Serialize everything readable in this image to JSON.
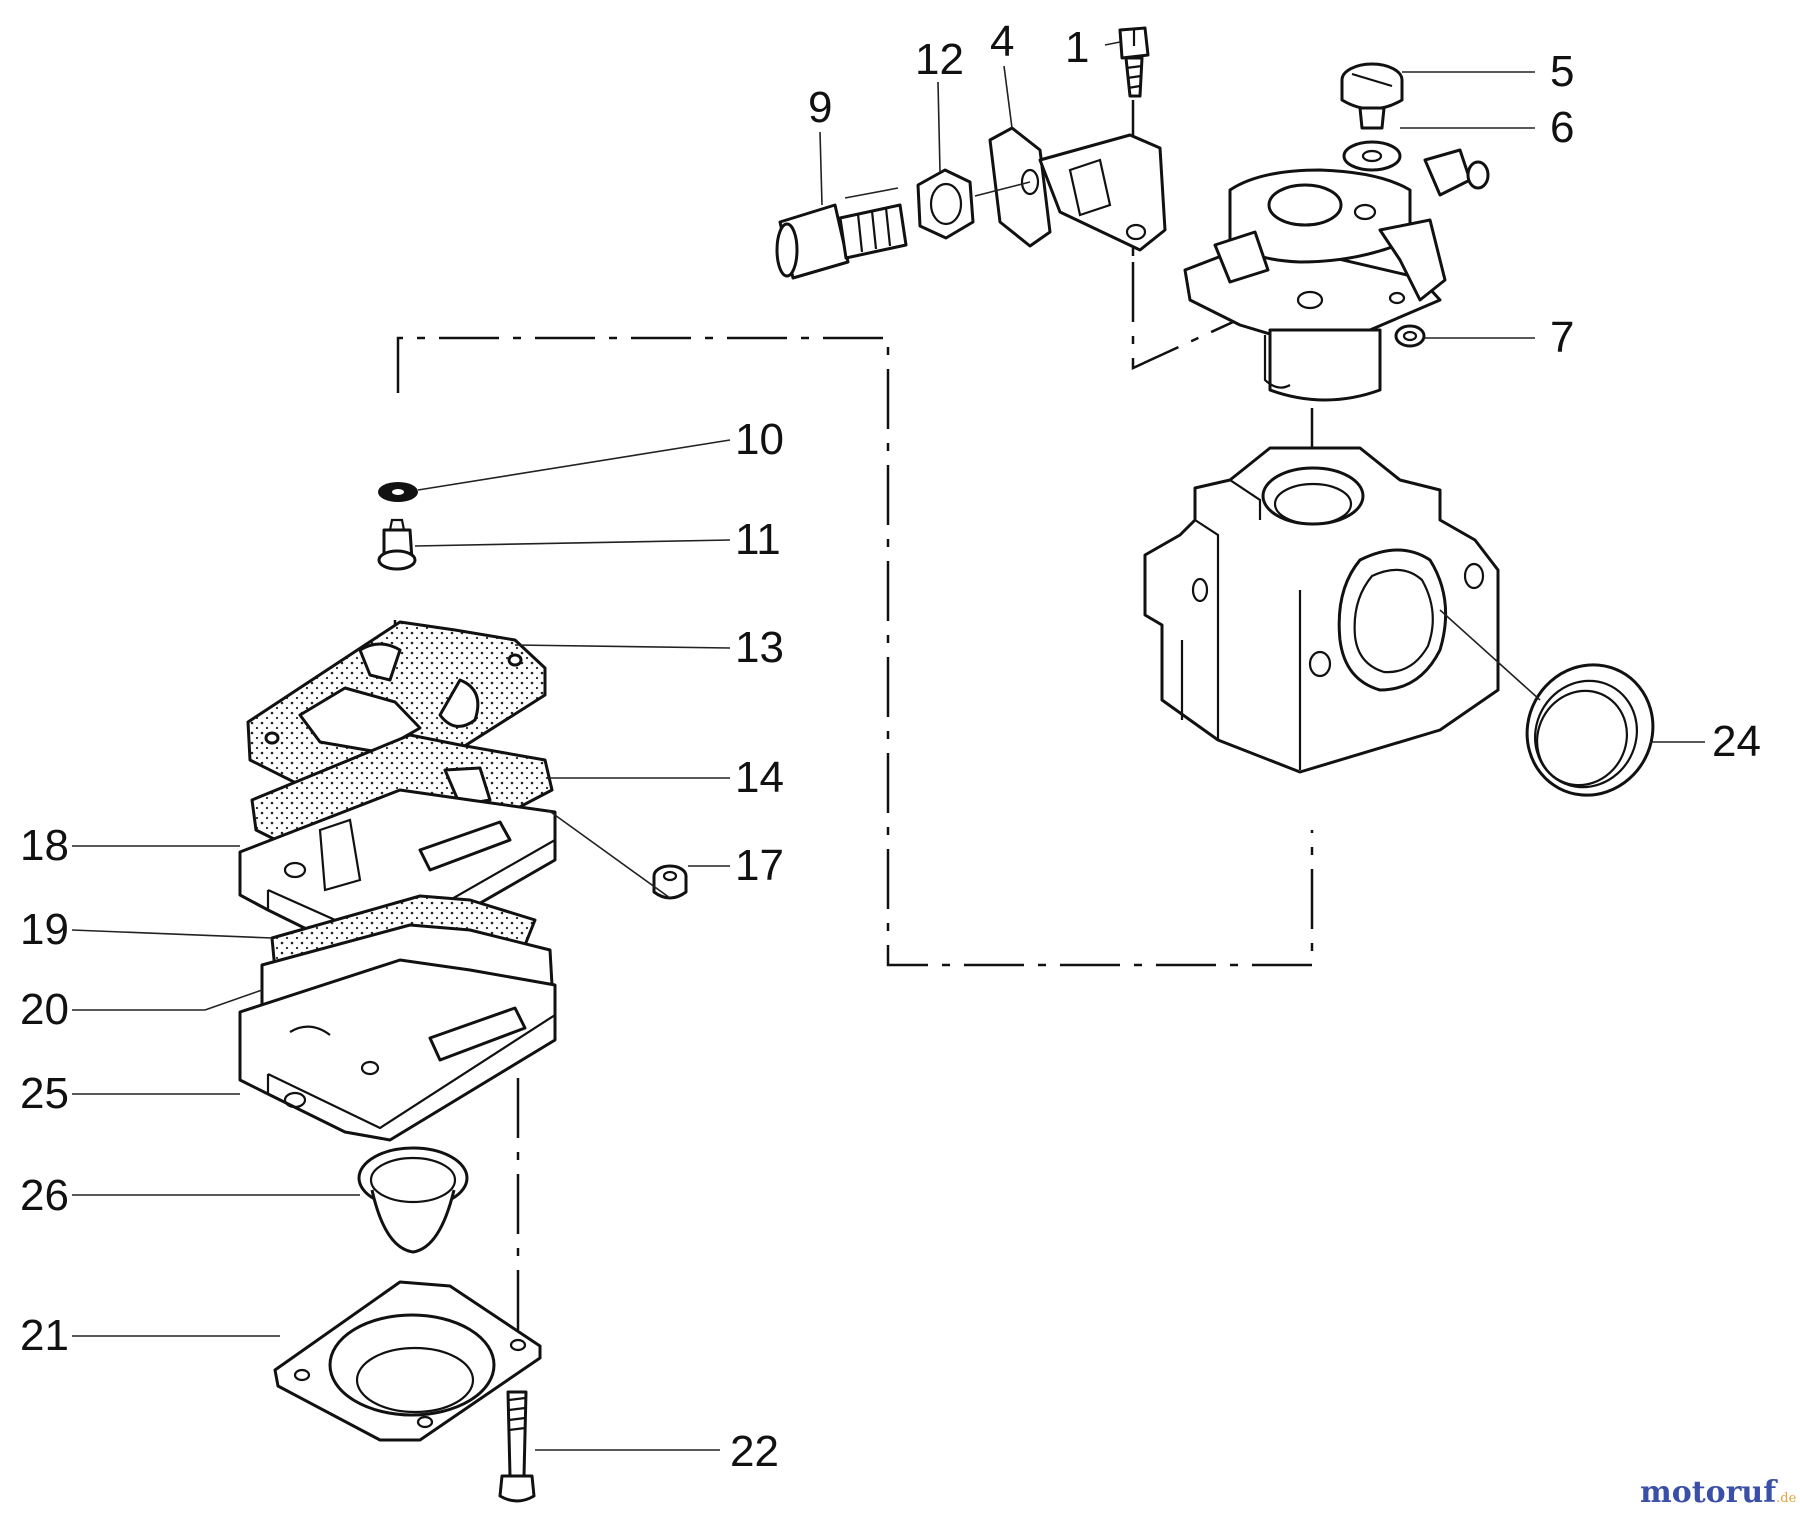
{
  "callouts": {
    "c1": "1",
    "c4": "4",
    "c5": "5",
    "c6": "6",
    "c7": "7",
    "c9": "9",
    "c10": "10",
    "c11": "11",
    "c12": "12",
    "c13": "13",
    "c14": "14",
    "c17": "17",
    "c18": "18",
    "c19": "19",
    "c20": "20",
    "c21": "21",
    "c22": "22",
    "c24": "24",
    "c25": "25",
    "c26": "26"
  },
  "watermark": {
    "brand": "motoruf",
    "tld": ".de"
  },
  "colors": {
    "line": "#111111",
    "background": "#ffffff",
    "watermark_blue": "#3a4fa8",
    "watermark_orange": "#e8a33a"
  }
}
